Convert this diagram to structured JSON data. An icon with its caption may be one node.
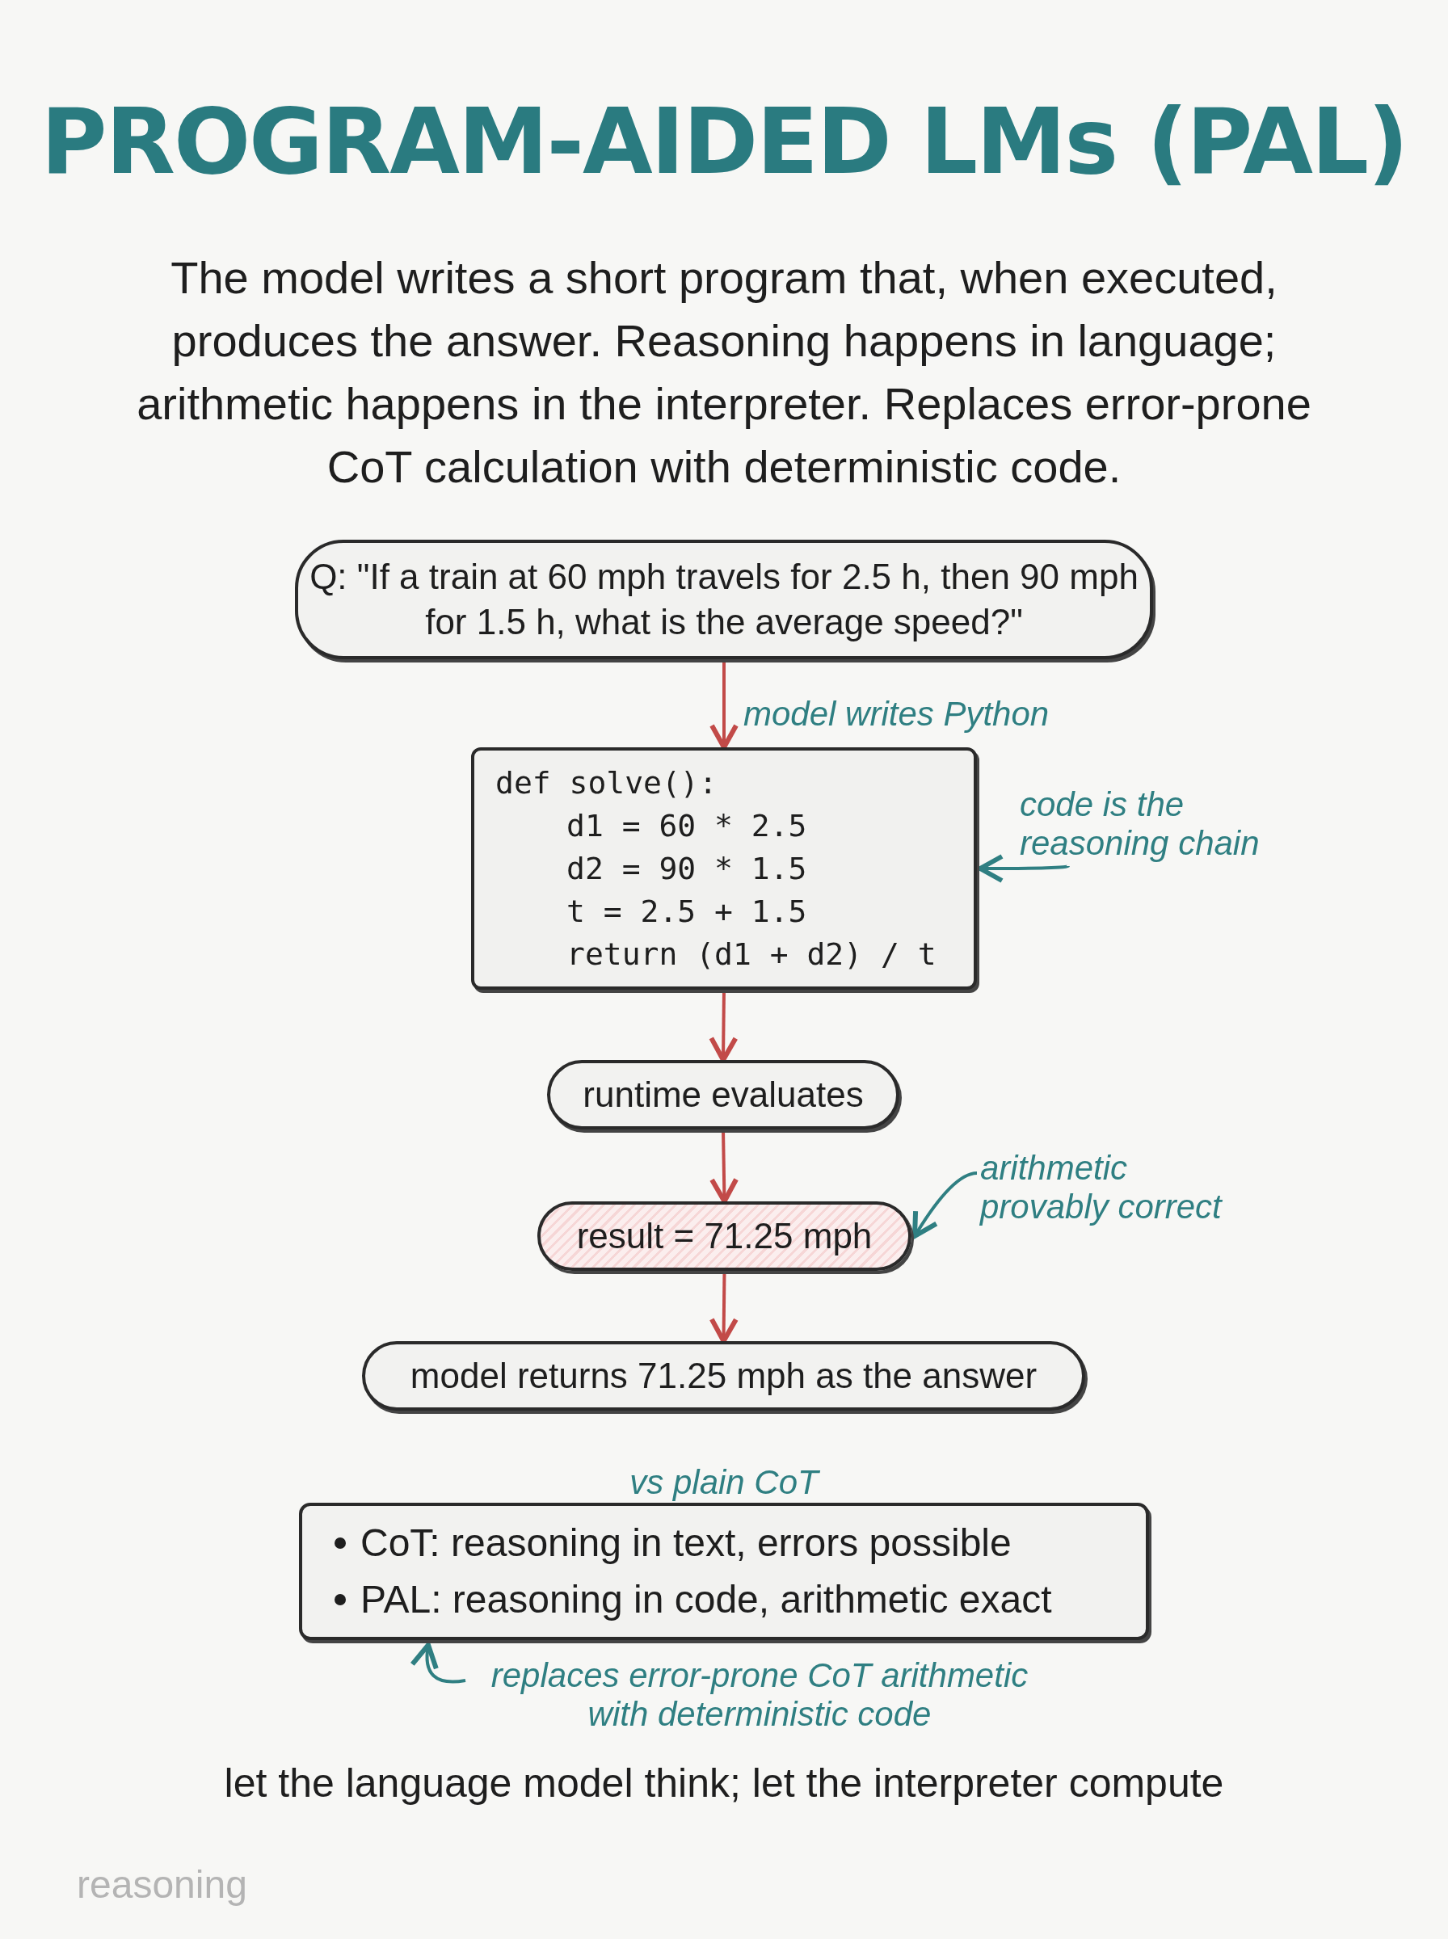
{
  "diagram": {
    "title": "PROGRAM-AIDED LMs (PAL)",
    "nodes": [
      {
        "text": [
          "Q: \"If a train at 60 mph travels for 2.5 h, then 90 mph for 1.5 h, what is the average speed?\""
        ]
      },
      {
        "text": [
          "def solve():",
          "d1 = 60 * 2.5",
          "d2 = 90 * 1.5",
          "t = 2.5 + 1.5",
          "return (d1 + d2) / t"
        ]
      },
      {
        "text": [
          "runtime evaluates"
        ]
      },
      {
        "text": [
          "result = 71.25 mph"
        ]
      },
      {
        "text": [
          "model returns 71.25 mph as the answer"
        ]
      },
      {
        "text": [
          "vs plain CoT",
          "CoT: reasoning in text, errors possible",
          "PAL: reasoning in code, arithmetic exact"
        ]
      },
      {
        "text": [
          "code is the reasoning chain"
        ]
      },
      {
        "text": [
          "arithmetic provably correct"
        ]
      },
      {
        "text": [
          "replaces error-prone CoT arithmetic with deterministic code"
        ]
      }
    ],
    "edges": [
      {
        "from": 0,
        "to": 1,
        "arrow": "to",
        "label": "model writes Python"
      },
      {
        "from": 1,
        "to": 2,
        "arrow": "to"
      },
      {
        "from": 2,
        "to": 3,
        "arrow": "to"
      },
      {
        "from": 3,
        "to": 4,
        "arrow": "to"
      },
      {
        "from": 6,
        "to": 1,
        "arrow": "to",
        "color": "#2f7f82"
      },
      {
        "from": 7,
        "to": 3,
        "arrow": "to",
        "color": "#2f7f82"
      },
      {
        "from": 8,
        "to": 5,
        "arrow": "to",
        "color": "#2f7f82"
      }
    ],
    "labels": [
      "The model writes a short program that, when executed, produces the answer. Reasoning happens in language; arithmetic happens in the interpreter. Replaces error-prone CoT calculation with deterministic code.",
      "let the language model think; let the interpreter compute",
      "reasoning"
    ]
  }
}
